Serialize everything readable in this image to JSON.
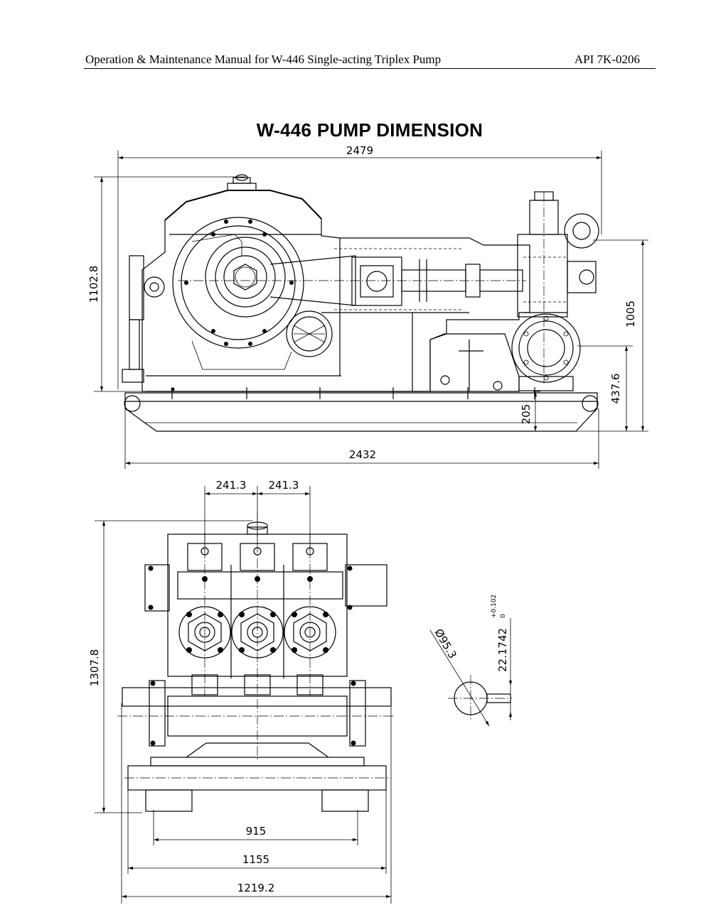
{
  "header": {
    "left": "Operation & Maintenance Manual for W-446 Single-acting Triplex Pump",
    "right": "API 7K-0206"
  },
  "title": "W-446 PUMP DIMENSION",
  "side_view": {
    "overall_length": "2479",
    "skid_length": "2432",
    "overall_height": "1102.8",
    "discharge_height": "1005",
    "suction_height": "437.6",
    "skid_height": "205"
  },
  "front_view": {
    "plunger_spacing_left": "241.3",
    "plunger_spacing_right": "241.3",
    "overall_height": "1307.8",
    "bolt_width": "915",
    "skid_width": "1155",
    "overall_width": "1219.2"
  },
  "shaft_detail": {
    "diameter": "Ø95.3",
    "keyway": "22.1742",
    "tol_upper": "+0.102",
    "tol_lower": "0"
  }
}
